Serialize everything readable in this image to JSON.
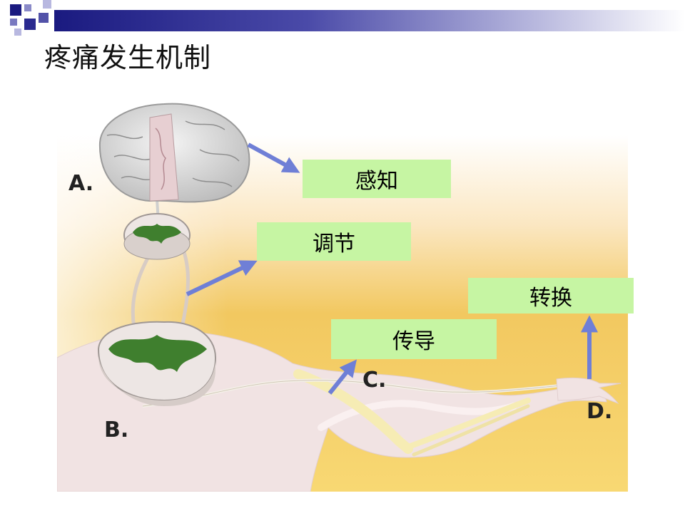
{
  "slide": {
    "title": "疼痛发生机制"
  },
  "colors": {
    "title_bar": "#1a1a80",
    "stage_box": "#c6f5a3",
    "arrow": "#6f7fd6",
    "background_warm": "#f2c45a",
    "body_skin": "#f2e4e4",
    "spinal_gray_matter": "#3a7a2a"
  },
  "labels": {
    "a": "A.",
    "b": "B.",
    "c": "C.",
    "d": "D."
  },
  "stages": {
    "perception": "感知",
    "modulation": "调节",
    "transmission": "传导",
    "transduction": "转换"
  }
}
